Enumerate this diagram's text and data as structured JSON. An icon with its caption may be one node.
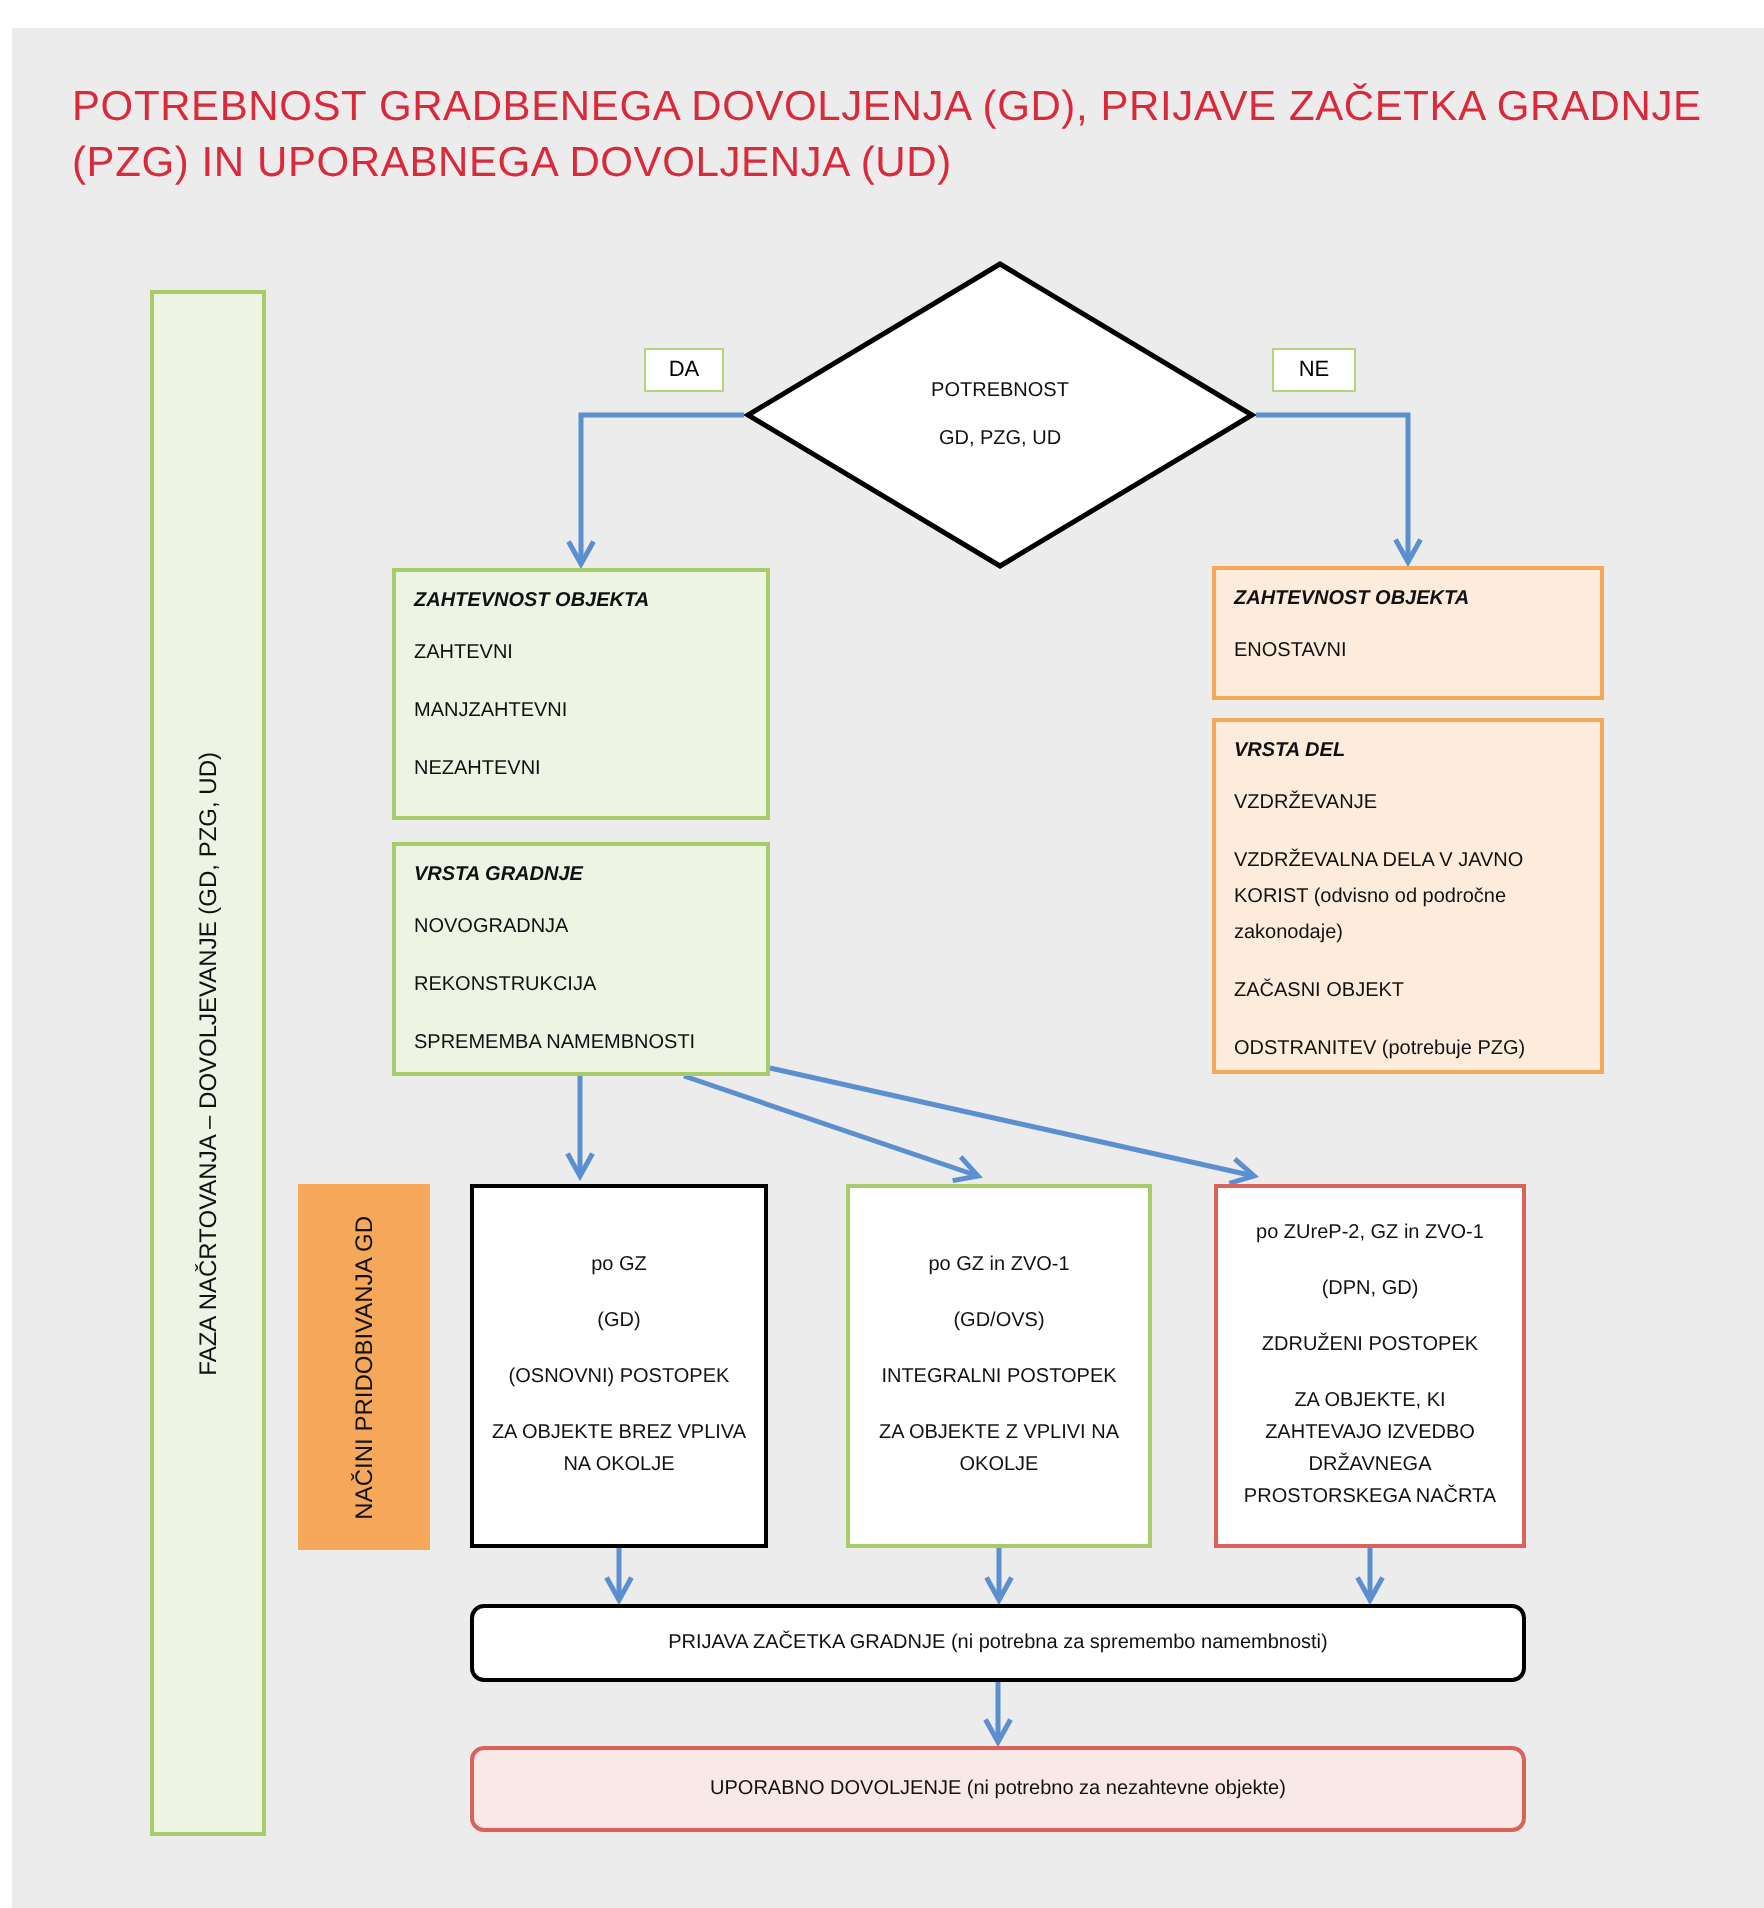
{
  "diagram": {
    "title": "POTREBNOST GRADBENEGA DOVOLJENJA (GD), PRIJAVE ZAČETKA GRADNJE (PZG) IN UPORABNEGA DOVOLJENJA (UD)",
    "nodes": [
      {
        "text": [
          "FAZA NAČRTOVANJA – DOVOLJEVANJE (GD, PZG, UD)"
        ]
      },
      {
        "text": [
          "POTREBNOST GD, PZG, UD"
        ]
      },
      {
        "text": [
          "ZAHTEVNOST OBJEKTA",
          "ZAHTEVNI",
          "MANJZAHTEVNI",
          "NEZAHTEVNI"
        ]
      },
      {
        "text": [
          "ZAHTEVNOST OBJEKTA",
          "ENOSTAVNI"
        ]
      },
      {
        "text": [
          "VRSTA GRADNJE",
          "NOVOGRADNJA",
          "REKONSTRUKCIJA",
          "SPREMEMBA NAMEMBNOSTI"
        ]
      },
      {
        "text": [
          "VRSTA DEL",
          "VZDRŽEVANJE",
          "VZDRŽEVALNA DELA V JAVNO KORIST (odvisno od področne zakonodaje)",
          "ZAČASNI OBJEKT",
          "ODSTRANITEV (potrebuje PZG)"
        ]
      },
      {
        "text": [
          "NAČINI PRIDOBIVANJA GD"
        ]
      },
      {
        "text": [
          "po GZ",
          "(GD)",
          "(OSNOVNI) POSTOPEK",
          "ZA OBJEKTE BREZ VPLIVA NA OKOLJE"
        ]
      },
      {
        "text": [
          "po GZ in ZVO-1",
          "(GD/OVS)",
          "INTEGRALNI POSTOPEK",
          "ZA OBJEKTE Z VPLIVI NA OKOLJE"
        ]
      },
      {
        "text": [
          "po ZUreP-2, GZ in ZVO-1",
          "(DPN, GD)",
          "ZDRUŽENI POSTOPEK",
          "ZA OBJEKTE, KI ZAHTEVAJO IZVEDBO DRŽAVNEGA PROSTORSKEGA NAČRTA"
        ]
      },
      {
        "text": [
          "PRIJAVA ZAČETKA GRADNJE (ni potrebna za spremembo namembnosti)"
        ]
      },
      {
        "text": [
          "UPORABNO DOVOLJENJE (ni potrebno za nezahtevne objekte)"
        ]
      }
    ],
    "edges": [
      {
        "from": 1,
        "to": 2,
        "arrow": "to",
        "label": "DA"
      },
      {
        "from": 1,
        "to": 3,
        "arrow": "to",
        "label": "NE"
      },
      {
        "from": 4,
        "to": 7,
        "arrow": "to"
      },
      {
        "from": 4,
        "to": 8,
        "arrow": "to"
      },
      {
        "from": 4,
        "to": 9,
        "arrow": "to"
      },
      {
        "from": 7,
        "to": 10,
        "arrow": "to"
      },
      {
        "from": 8,
        "to": 10,
        "arrow": "to"
      },
      {
        "from": 9,
        "to": 10,
        "arrow": "to"
      },
      {
        "from": 10,
        "to": 11,
        "arrow": "to"
      }
    ]
  }
}
